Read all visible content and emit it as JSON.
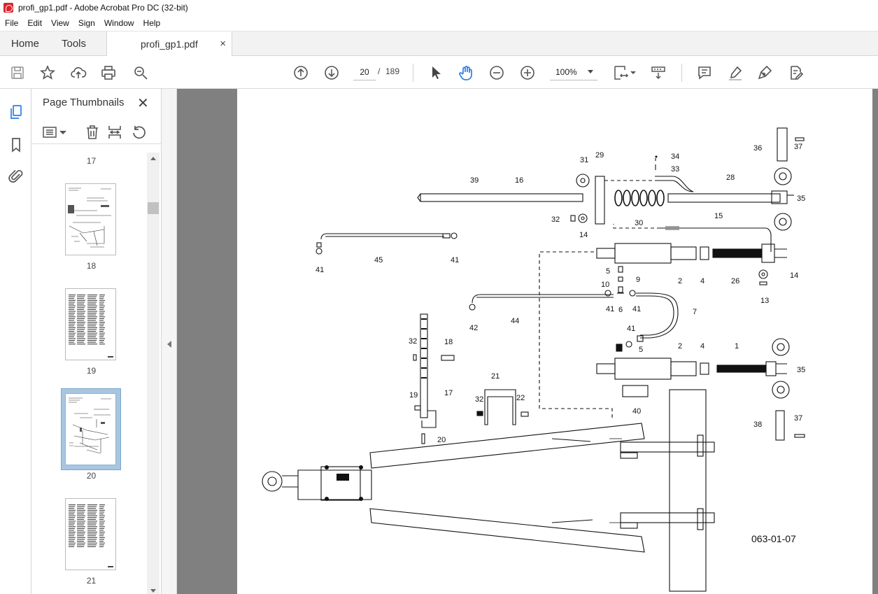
{
  "window": {
    "title": "profi_gp1.pdf - Adobe Acrobat Pro DC (32-bit)"
  },
  "menu": [
    "File",
    "Edit",
    "View",
    "Sign",
    "Window",
    "Help"
  ],
  "tabs": {
    "home": "Home",
    "tools": "Tools",
    "document": "profi_gp1.pdf",
    "close_glyph": "×"
  },
  "toolbar": {
    "current_page": "20",
    "page_separator": "/",
    "page_count": "189",
    "zoom": "100%"
  },
  "thumbnail_panel": {
    "title": "Page Thumbnails",
    "close_glyph": "✕",
    "pages": [
      {
        "number": "17"
      },
      {
        "number": "18"
      },
      {
        "number": "19"
      },
      {
        "number": "20",
        "selected": true
      },
      {
        "number": "21"
      }
    ]
  },
  "drawing": {
    "reference": "063-01-07",
    "labels": [
      "1",
      "2",
      "2",
      "4",
      "4",
      "5",
      "5",
      "6",
      "7",
      "9",
      "10",
      "13",
      "14",
      "14",
      "15",
      "16",
      "17",
      "18",
      "19",
      "20",
      "21",
      "22",
      "26",
      "28",
      "29",
      "30",
      "31",
      "32",
      "32",
      "32",
      "33",
      "34",
      "35",
      "35",
      "36",
      "37",
      "37",
      "38",
      "39",
      "40",
      "41",
      "41",
      "41",
      "41",
      "41",
      "42",
      "44",
      "45"
    ]
  },
  "icons": {
    "save": "save-icon",
    "star": "star-icon",
    "upload": "upload-icon",
    "print": "print-icon",
    "zoom_search": "zoom-search-icon",
    "page_up": "page-up-icon",
    "page_down": "page-down-icon",
    "select": "select-arrow-icon",
    "hand": "hand-icon",
    "zoom_out": "zoom-out-icon",
    "zoom_in": "zoom-in-icon",
    "fit": "fit-page-icon",
    "scroll": "scroll-mode-icon",
    "comment": "comment-icon",
    "highlight": "highlight-icon",
    "sign": "sign-icon",
    "edit": "edit-icon"
  },
  "colors": {
    "accent": "#2680eb",
    "doc_background": "#808080",
    "selected_thumb": "#a8c6e0"
  }
}
